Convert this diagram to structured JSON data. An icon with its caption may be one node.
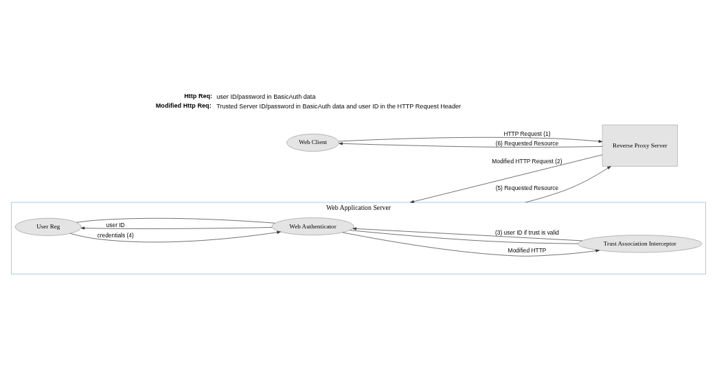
{
  "diagram": {
    "nodes": [
      {
        "text": [
          "Web Client"
        ]
      },
      {
        "text": [
          "Reverse Proxy Server"
        ]
      },
      {
        "text": [
          "Web Application Server"
        ]
      },
      {
        "text": [
          "User Reg"
        ],
        "in": 2
      },
      {
        "text": [
          "Web Authenticator"
        ],
        "in": 2
      },
      {
        "text": [
          "Trust Association Interceptor"
        ],
        "in": 2
      }
    ],
    "edges": [
      {
        "from": 0,
        "to": 1,
        "arrow": "to",
        "label": "HTTP Request (1)"
      },
      {
        "from": 1,
        "to": 2,
        "arrow": "to",
        "label": "Modified HTTP Request (2)"
      },
      {
        "from": 2,
        "to": 1,
        "arrow": "to",
        "label": "(5) Requested Resource"
      },
      {
        "from": 1,
        "to": 0,
        "arrow": "to",
        "label": "(6) Requested Resource"
      },
      {
        "from": 4,
        "to": 3,
        "arrow": "to",
        "label": "user ID"
      },
      {
        "from": 4,
        "to": 3,
        "arrow": "none"
      },
      {
        "from": 3,
        "to": 4,
        "arrow": "to",
        "label": "credentials (4)"
      },
      {
        "from": 4,
        "to": 5,
        "arrow": "to",
        "label": "Modified HTTP"
      },
      {
        "from": 4,
        "to": 5,
        "arrow": "none"
      },
      {
        "from": 5,
        "to": 4,
        "arrow": "to",
        "label": "(3) user ID if trust is valid"
      }
    ],
    "labels": [
      "Http Req:",
      "user ID/password in BasicAuth data",
      "Modified Http Req:",
      "Trusted Server ID/password in BasicAuth data and user ID in the HTTP Request Header"
    ]
  }
}
